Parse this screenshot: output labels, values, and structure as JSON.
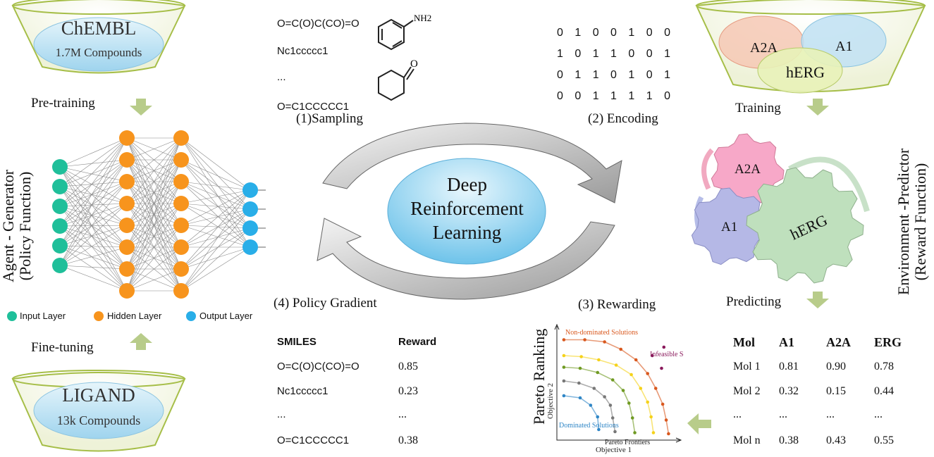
{
  "left": {
    "chembl": {
      "name": "ChEMBL",
      "count": "1.7M Compounds"
    },
    "pretraining": "Pre-training",
    "finetuning": "Fine-tuning",
    "ligand": {
      "name": "LIGAND",
      "count": "13k Compounds"
    },
    "agent_title_1": "Agent - Generator",
    "agent_title_2": "(Policy Function)",
    "legend": [
      "Input Layer",
      "Hidden Layer",
      "Output Layer"
    ],
    "colors": {
      "input": "#1fbf9a",
      "hidden": "#f7941d",
      "output": "#29aee8"
    }
  },
  "center": {
    "smiles_top": [
      "O=C(O)C(CO)=O",
      "Nc1ccccc1",
      "...",
      "O=C1CCCCC1"
    ],
    "nh2": "NH2",
    "o": "O",
    "binary": [
      "0 1 0 0 1 0 0",
      "1 0 1 1 0 0 1",
      "0 1 1 0 1 0 1",
      "0 0 1 1 1 1 0"
    ],
    "steps": {
      "sampling": "(1)Sampling",
      "encoding": "(2) Encoding",
      "rewarding": "(3) Rewarding",
      "policy": "(4) Policy Gradient"
    },
    "core": [
      "Deep",
      "Reinforcement",
      "Learning"
    ],
    "reward_table": {
      "headers": [
        "SMILES",
        "Reward"
      ],
      "rows": [
        [
          "O=C(O)C(CO)=O",
          "0.85"
        ],
        [
          "Nc1ccccc1",
          "0.23"
        ],
        [
          "...",
          "..."
        ],
        [
          "O=C1CCCCC1",
          "0.38"
        ]
      ]
    }
  },
  "right": {
    "funnel": [
      "A2A",
      "A1",
      "hERG"
    ],
    "training": "Training",
    "gears": [
      "A2A",
      "A1",
      "hERG"
    ],
    "env_title_1": "Environment -Predictor",
    "env_title_2": "(Reward Function)",
    "predicting": "Predicting",
    "pred_table": {
      "headers": [
        "Mol",
        "A1",
        "A2A",
        "ERG"
      ],
      "rows": [
        [
          "Mol 1",
          "0.81",
          "0.90",
          "0.78"
        ],
        [
          "Mol 2",
          "0.32",
          "0.15",
          "0.44"
        ],
        [
          "...",
          "...",
          "...",
          "..."
        ],
        [
          "Mol n",
          "0.38",
          "0.43",
          "0.55"
        ]
      ]
    }
  },
  "chart_data": {
    "type": "scatter",
    "title": "Pareto Ranking",
    "xlabel": "Objective 1",
    "ylabel": "Objective 2",
    "annotations": [
      "Non-dominated Solutions",
      "Infeasible Solutions",
      "Dominated Solutions",
      "Pareto Frontiers"
    ],
    "xlim": [
      0,
      10
    ],
    "ylim": [
      0,
      10
    ],
    "series": [
      {
        "name": "front1",
        "color": "#d9581e",
        "x": [
          0.6,
          2.4,
          4.1,
          5.5,
          6.8,
          7.8,
          8.5,
          9.1,
          9.4,
          9.6
        ],
        "y": [
          9.5,
          9.5,
          9.3,
          8.6,
          7.6,
          6.3,
          4.9,
          3.4,
          1.9,
          0.6
        ]
      },
      {
        "name": "front2",
        "color": "#f5d21a",
        "x": [
          0.6,
          2.1,
          3.6,
          5.1,
          6.4,
          7.2,
          7.8,
          8.1,
          8.3
        ],
        "y": [
          8.0,
          7.9,
          7.6,
          7.1,
          6.2,
          4.9,
          3.6,
          2.2,
          0.7
        ]
      },
      {
        "name": "front3",
        "color": "#6f9a22",
        "x": [
          0.6,
          2.0,
          3.5,
          4.8,
          5.7,
          6.2,
          6.5,
          6.7
        ],
        "y": [
          6.9,
          6.8,
          6.4,
          5.7,
          4.7,
          3.5,
          2.1,
          0.7
        ]
      },
      {
        "name": "front4",
        "color": "#777777",
        "x": [
          0.6,
          1.9,
          3.2,
          4.1,
          4.6,
          4.8,
          5.0
        ],
        "y": [
          5.6,
          5.4,
          4.9,
          4.1,
          3.3,
          2.1,
          0.8
        ]
      },
      {
        "name": "front5",
        "color": "#2f86c6",
        "x": [
          0.6,
          2.0,
          2.9,
          3.5,
          3.6
        ],
        "y": [
          4.2,
          4.0,
          3.3,
          2.2,
          1.0
        ]
      },
      {
        "name": "infeasible",
        "color": "#8a1a5c",
        "x": [
          8.2,
          9.2,
          9.0
        ],
        "y": [
          8.0,
          8.8,
          6.8
        ]
      }
    ]
  }
}
